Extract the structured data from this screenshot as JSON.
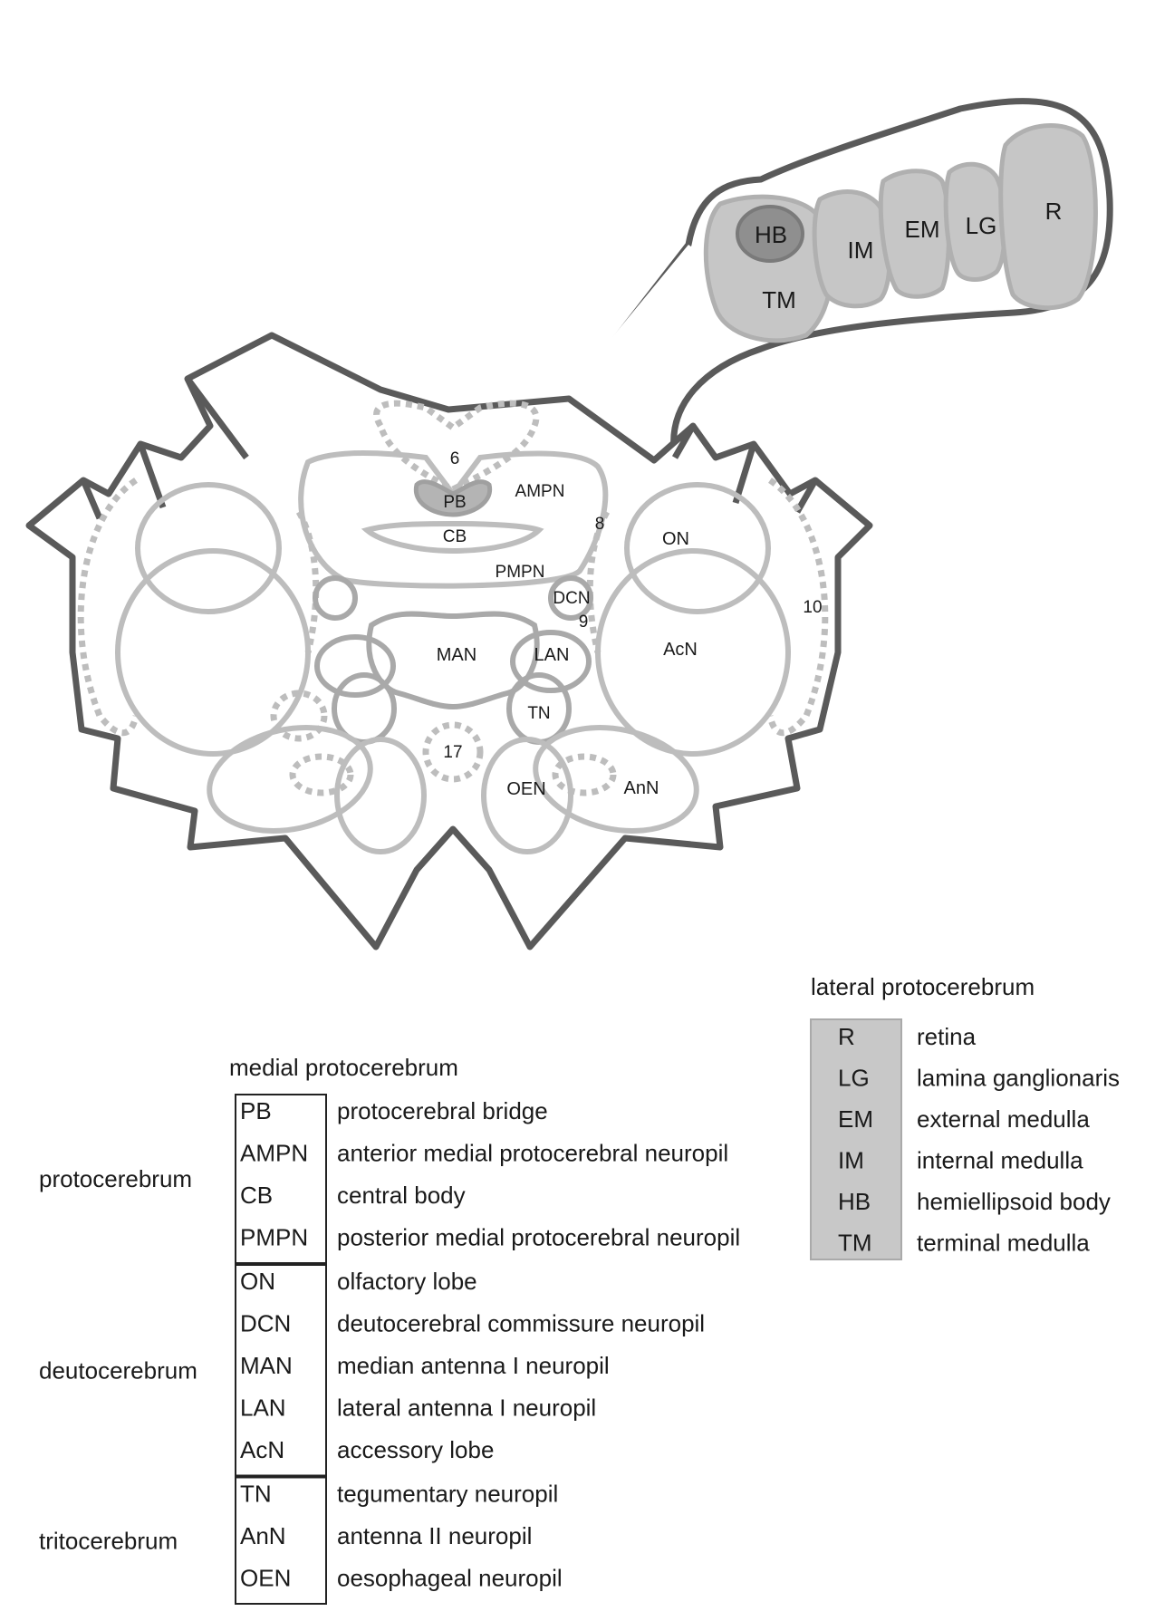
{
  "regions": {
    "PB": "PB",
    "AMPN": "AMPN",
    "CB": "CB",
    "PMPN": "PMPN",
    "ON": "ON",
    "DCN": "DCN",
    "MAN": "MAN",
    "LAN": "LAN",
    "AcN": "AcN",
    "TN": "TN",
    "AnN": "AnN",
    "OEN": "OEN",
    "n6": "6",
    "n8": "8",
    "n9": "9",
    "n10": "10",
    "n17": "17"
  },
  "eyestalk": {
    "HB": "HB",
    "TM": "TM",
    "IM": "IM",
    "EM": "EM",
    "LG": "LG",
    "R": "R"
  },
  "legend": {
    "lateral": {
      "heading": "lateral protocerebrum",
      "rows": [
        {
          "abbr": "R",
          "name": "retina"
        },
        {
          "abbr": "LG",
          "name": "lamina ganglionaris"
        },
        {
          "abbr": "EM",
          "name": "external medulla"
        },
        {
          "abbr": "IM",
          "name": "internal medulla"
        },
        {
          "abbr": "HB",
          "name": "hemiellipsoid body"
        },
        {
          "abbr": "TM",
          "name": "terminal medulla"
        }
      ]
    },
    "medial_heading": "medial protocerebrum",
    "groups": [
      {
        "label": "protocerebrum",
        "rows": [
          {
            "abbr": "PB",
            "name": "protocerebral bridge"
          },
          {
            "abbr": "AMPN",
            "name": "anterior medial protocerebral neuropil"
          },
          {
            "abbr": "CB",
            "name": "central body"
          },
          {
            "abbr": "PMPN",
            "name": "posterior medial protocerebral neuropil"
          }
        ]
      },
      {
        "label": "deutocerebrum",
        "rows": [
          {
            "abbr": "ON",
            "name": "olfactory lobe"
          },
          {
            "abbr": "DCN",
            "name": "deutocerebral commissure neuropil"
          },
          {
            "abbr": "MAN",
            "name": "median antenna I neuropil"
          },
          {
            "abbr": "LAN",
            "name": "lateral antenna I neuropil"
          },
          {
            "abbr": "AcN",
            "name": "accessory lobe"
          }
        ]
      },
      {
        "label": "tritocerebrum",
        "rows": [
          {
            "abbr": "TN",
            "name": "tegumentary neuropil"
          },
          {
            "abbr": "AnN",
            "name": "antenna II neuropil"
          },
          {
            "abbr": "OEN",
            "name": "oesophageal neuropil"
          }
        ]
      }
    ]
  },
  "colors": {
    "outline": "#5a5a5a",
    "neuropil": "#bdbdbd",
    "eyestalk_fill": "#c6c6c6",
    "hb_fill": "#8f8f8f",
    "legend_fill": "#c8c8c8"
  }
}
